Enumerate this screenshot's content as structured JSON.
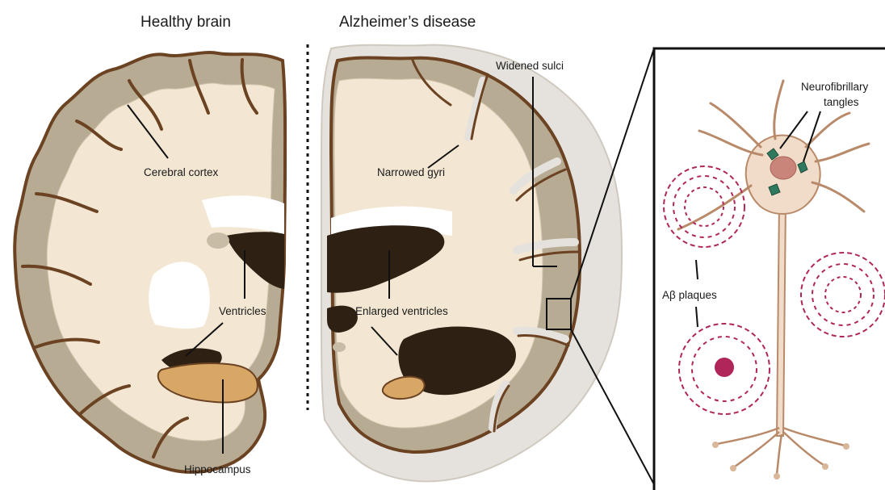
{
  "titles": {
    "healthy": "Healthy brain",
    "alzheimers": "Alzheimer’s disease"
  },
  "labels": {
    "cerebral_cortex": "Cerebral cortex",
    "ventricles": "Ventricles",
    "hippocampus": "Hippocampus",
    "narrowed_gyri": "Narrowed gyri",
    "widened_sulci": "Widened sulci",
    "enlarged_ventricles": "Enlarged ventricles",
    "neurofibrillary_line1": "Neurofibrillary",
    "neurofibrillary_line2": "tangles",
    "plaques": "Aβ plaques"
  },
  "colors": {
    "cortex_grey": "#b8ab93",
    "brain_outline": "#6b4323",
    "white_matter": "#f3e7d3",
    "ventricle": "#2e2013",
    "hippocampus": "#d8a766",
    "atrophy_halo": "#e5e1dc",
    "neuron": "#f0dcc8",
    "plaque": "#b0265a",
    "tangle": "#2f7a5f"
  }
}
